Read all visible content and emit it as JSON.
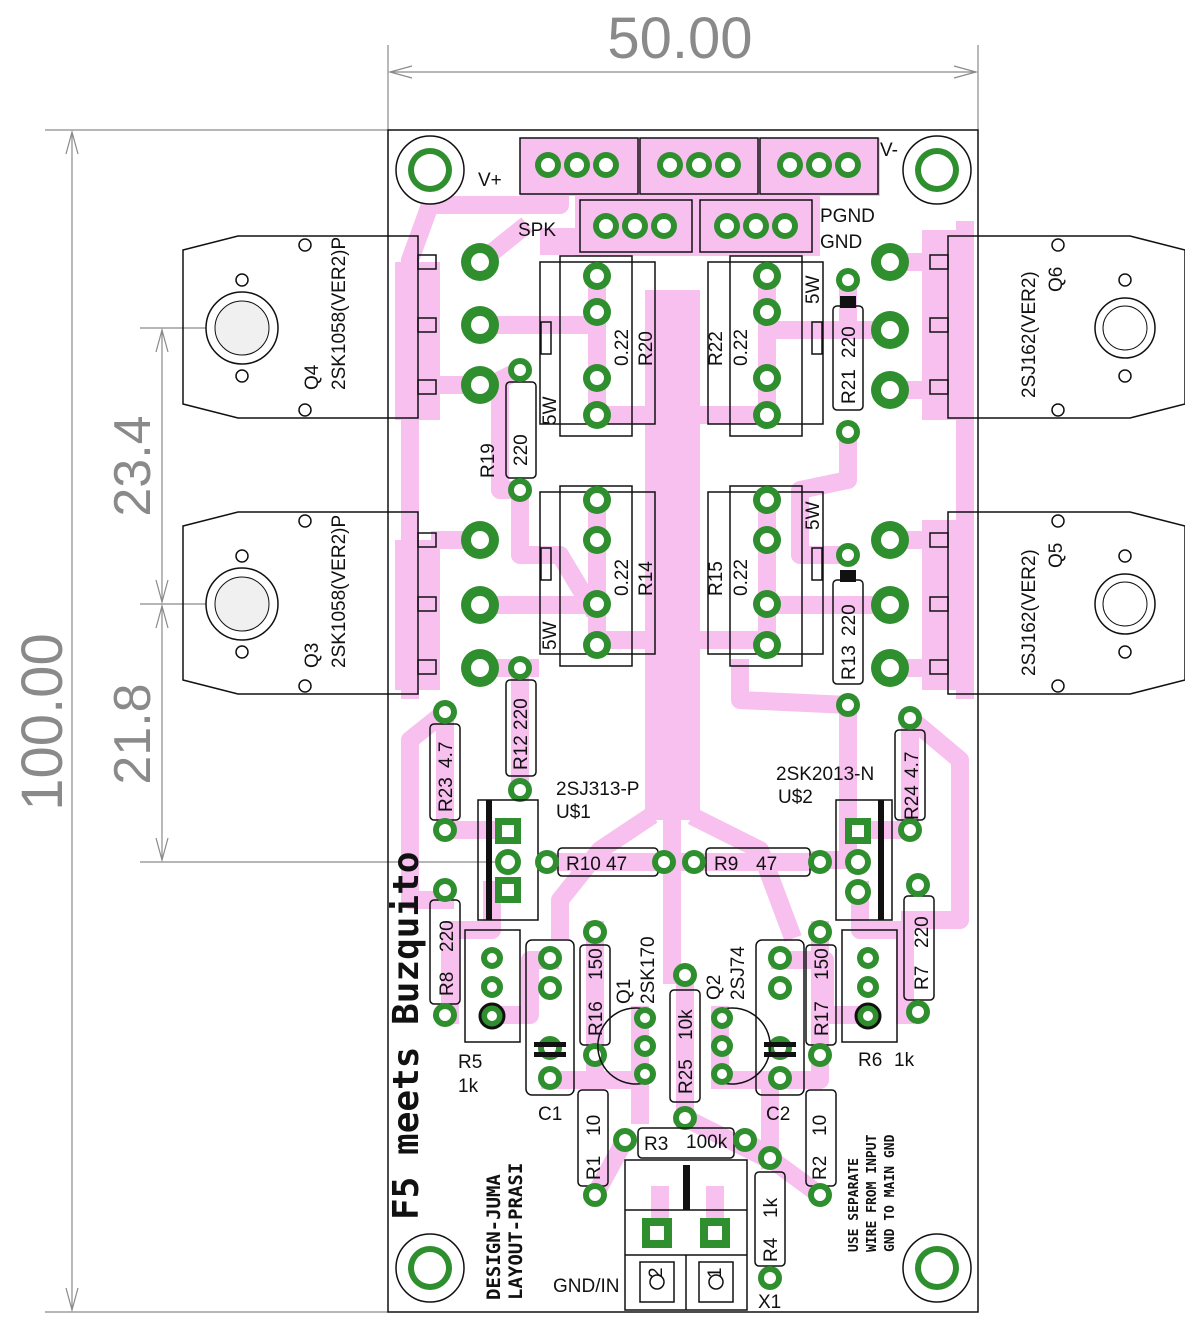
{
  "dimensions": {
    "width": "50.00",
    "height": "100.00",
    "spacing_top": "23.4",
    "spacing_bottom": "21.8"
  },
  "board": {
    "title": "F5 meets Buzquito",
    "credits_line1": "DESIGN-JUMA",
    "credits_line2": "LAYOUT-PRASI",
    "note_line1": "USE SEPARATE",
    "note_line2": "WIRE FROM INPUT",
    "note_line3": "GND TO MAIN GND"
  },
  "connectors": {
    "vplus": "V+",
    "vminus": "V-",
    "spk": "SPK",
    "pgnd": "PGND",
    "gnd": "GND",
    "gnd_in": "GND/IN",
    "x1": "X1",
    "pin1": "1",
    "pin2": "2"
  },
  "transistors": {
    "q4": {
      "ref": "Q4",
      "part": "2SK1058(VER2)P"
    },
    "q3": {
      "ref": "Q3",
      "part": "2SK1058(VER2)P"
    },
    "q6": {
      "ref": "Q6",
      "part": "2SJ162(VER2)"
    },
    "q5": {
      "ref": "Q5",
      "part": "2SJ162(VER2)"
    },
    "u1": {
      "ref": "U$1",
      "part": "2SJ313-P"
    },
    "u2": {
      "ref": "U$2",
      "part": "2SK2013-N"
    },
    "q1": {
      "ref": "Q1",
      "part": "2SK170"
    },
    "q2": {
      "ref": "Q2",
      "part": "2SJ74"
    }
  },
  "resistors": {
    "r20": {
      "ref": "R20",
      "value": "0.22",
      "power": "5W"
    },
    "r22": {
      "ref": "R22",
      "value": "0.22",
      "power": "5W"
    },
    "r14": {
      "ref": "R14",
      "value": "0.22",
      "power": "5W"
    },
    "r15": {
      "ref": "R15",
      "value": "0.22",
      "power": "5W"
    },
    "r19": {
      "ref": "R19",
      "value": "220"
    },
    "r21": {
      "ref": "R21",
      "value": "220"
    },
    "r13": {
      "ref": "R13",
      "value": "220"
    },
    "r12": {
      "ref": "R12",
      "value": "220"
    },
    "r23": {
      "ref": "R23",
      "value": "4.7"
    },
    "r24": {
      "ref": "R24",
      "value": "4.7"
    },
    "r10": {
      "ref": "R10",
      "value": "47"
    },
    "r9": {
      "ref": "R9",
      "value": "47"
    },
    "r8": {
      "ref": "R8",
      "value": "220"
    },
    "r7": {
      "ref": "R7",
      "value": "220"
    },
    "r16": {
      "ref": "R16",
      "value": "150"
    },
    "r17": {
      "ref": "R17",
      "value": "150"
    },
    "r5": {
      "ref": "R5",
      "value": "1k"
    },
    "r6": {
      "ref": "R6",
      "value": "1k"
    },
    "r25": {
      "ref": "R25",
      "value": "10k"
    },
    "r1": {
      "ref": "R1",
      "value": "10"
    },
    "r2": {
      "ref": "R2",
      "value": "10"
    },
    "r3": {
      "ref": "R3",
      "value": "100k"
    },
    "r4": {
      "ref": "R4",
      "value": "1k"
    }
  },
  "capacitors": {
    "c1": {
      "ref": "C1"
    },
    "c2": {
      "ref": "C2"
    }
  },
  "colors": {
    "copper": "#f7c0ef",
    "pad": "#2f8f2f",
    "silkscreen": "#111111",
    "dimension": "#8a8a8a"
  }
}
